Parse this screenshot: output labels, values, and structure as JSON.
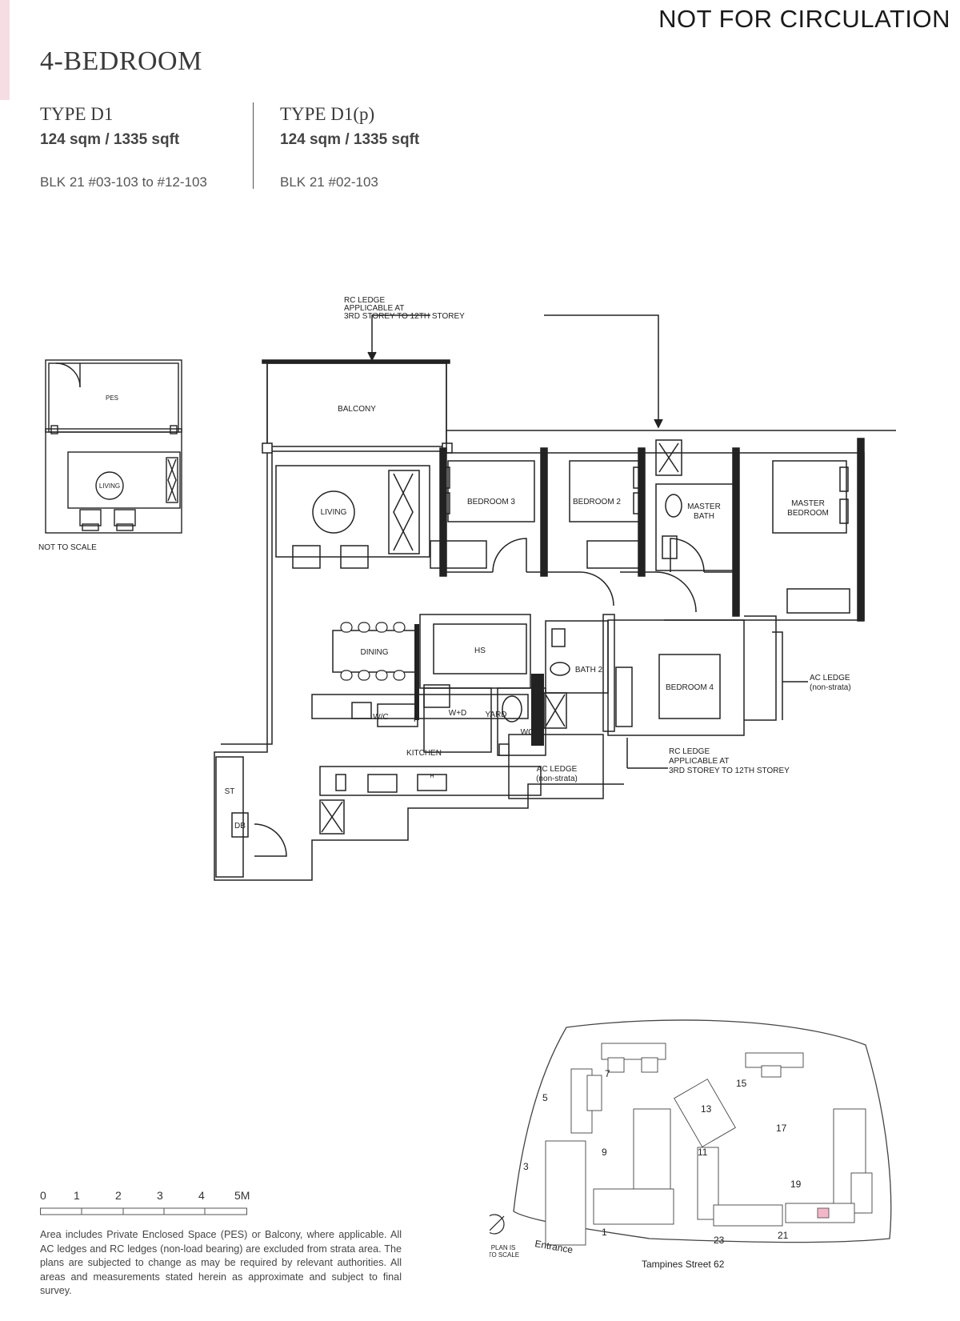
{
  "header": {
    "notice": "NOT FOR CIRCULATION",
    "title": "4-BEDROOM"
  },
  "types": [
    {
      "name": "TYPE D1",
      "area": "124 sqm / 1335 sqft",
      "blocks": "BLK 21 #03-103 to #12-103"
    },
    {
      "name": "TYPE D1(p)",
      "area": "124 sqm / 1335 sqft",
      "blocks": "BLK 21 #02-103"
    }
  ],
  "inset": {
    "pes": "PES",
    "living": "LIVING",
    "note": "NOT TO SCALE"
  },
  "plan": {
    "rc_ledge_top": [
      "RC LEDGE",
      "APPLICABLE AT",
      "3RD STOREY TO 12TH STOREY"
    ],
    "balcony": "BALCONY",
    "living": "LIVING",
    "bedroom3": "BEDROOM 3",
    "bedroom2": "BEDROOM 2",
    "master_bath": [
      "MASTER",
      "BATH"
    ],
    "master_bedroom": [
      "MASTER",
      "BEDROOM"
    ],
    "dining": "DINING",
    "hs": "HS",
    "bath2": "BATH 2",
    "bedroom4": "BEDROOM 4",
    "ac_ledge_right": [
      "AC LEDGE",
      "(non-strata)"
    ],
    "wc_fridge": "W/C",
    "fridge": "F",
    "washer_dryer": "W+D",
    "yard": "YARD",
    "wc": "WC",
    "kitchen": "KITCHEN",
    "hob": "H",
    "ac_ledge_bottom": [
      "AC LEDGE",
      "(non-strata)"
    ],
    "rc_ledge_bottom": [
      "RC LEDGE",
      "APPLICABLE AT",
      "3RD STOREY TO 12TH STOREY"
    ],
    "store": "ST",
    "db": "DB"
  },
  "scale": {
    "labels": [
      "0",
      "1",
      "2",
      "3",
      "4",
      "5M"
    ]
  },
  "disclaimer": "Area includes Private Enclosed Space (PES) or Balcony, where applicable. All AC ledges and RC ledges (non-load bearing) are excluded from strata area. The plans are subjected to change as may be required by relevant authorities. All areas and measurements stated herein as approximate and subject to final survey.",
  "keyplan": {
    "blocks": [
      "7",
      "15",
      "5",
      "13",
      "17",
      "9",
      "11",
      "3",
      "19",
      "1",
      "23",
      "21"
    ],
    "entrance": "Entrance",
    "street": "Tampines Street 62",
    "note": [
      "KEY PLAN IS",
      "NOT TO SCALE"
    ],
    "highlight_color": "#f4b7c9"
  }
}
